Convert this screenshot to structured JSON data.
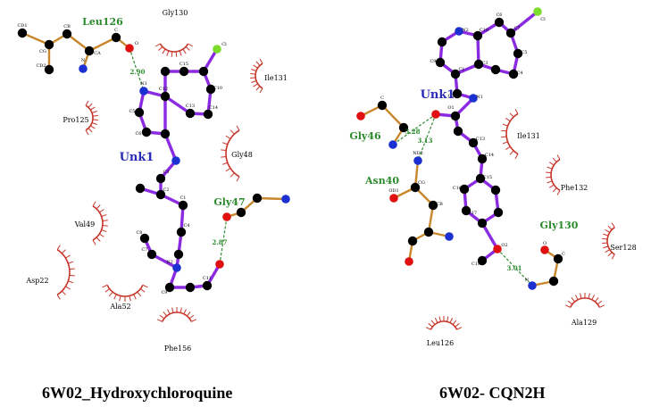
{
  "colors": {
    "ligand_bond": "#8a2be2",
    "residue_bond": "#c8872c",
    "carbon": "#000000",
    "oxygen": "#e01010",
    "nitrogen": "#1c2fd0",
    "chlorine": "#7ddc2a",
    "hbond": "#2e8b2e",
    "hydrophobic": "#c8352a",
    "ligand_label": "#2a2ab8",
    "hbond_residue_label": "#2b8a2b",
    "residue_label": "#000000"
  },
  "left": {
    "caption": "6W02_Hydroxychloroquine",
    "ligand_name": "Unk1",
    "hbond_residues": [
      "Leu126",
      "Gly47"
    ],
    "hydrophobic_residues": [
      "Gly130",
      "Ile131",
      "Pro125",
      "Gly48",
      "Val49",
      "Asp22",
      "Ala52",
      "Phe156"
    ],
    "distances": [
      "2.90",
      "2.87"
    ],
    "atoms": [
      "C",
      "O",
      "N",
      "CA",
      "CB",
      "CG",
      "CD1",
      "CD2",
      "Cl",
      "N1",
      "C5",
      "C6",
      "C12",
      "C15",
      "C13",
      "C14",
      "C10",
      "C3",
      "C2",
      "C1",
      "C4",
      "N2",
      "C7",
      "C8",
      "C9",
      "C11"
    ]
  },
  "right": {
    "caption": "6W02- CQN2H",
    "ligand_name": "Unk1",
    "hbond_residues": [
      "Gly46",
      "Asn40",
      "Gly130"
    ],
    "hydrophobic_residues": [
      "Ile131",
      "Phe132",
      "Ser128",
      "Ala129",
      "Leu126"
    ],
    "distances": [
      "3.28",
      "3.13",
      "3.01"
    ],
    "atoms": [
      "Cl",
      "N2",
      "C1",
      "C2",
      "C8",
      "C9",
      "C3",
      "C4",
      "C5",
      "C6",
      "C7",
      "C10",
      "C11",
      "N1",
      "O1",
      "C12",
      "C13",
      "C14",
      "C15",
      "C16",
      "C17",
      "C18",
      "C19",
      "O2",
      "N",
      "CA",
      "C",
      "O",
      "ND2",
      "CG",
      "OD1",
      "CB"
    ]
  }
}
